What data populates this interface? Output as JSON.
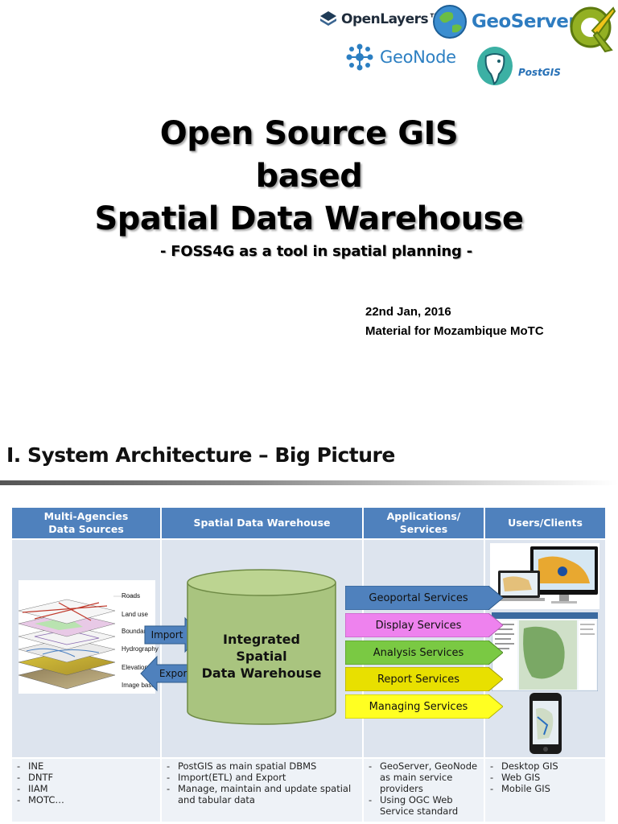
{
  "logos": {
    "openlayers": "OpenLayers™",
    "geoserver": "GeoServer",
    "geonode": "GeoNode",
    "postgis": "PostGIS",
    "qgis_icon": "qgis-logo-icon"
  },
  "cover": {
    "title_line1": "Open Source GIS",
    "title_line2": "based",
    "title_line3": "Spatial Data Warehouse",
    "subtitle": "- FOSS4G as a tool in spatial planning -",
    "date": "22nd Jan, 2016",
    "material": "Material for Mozambique MoTC"
  },
  "section": {
    "title": "I. System Architecture – Big Picture"
  },
  "diagram": {
    "headers": [
      {
        "line1": "Multi-Agencies",
        "line2": "Data Sources"
      },
      {
        "line1": "Spatial Data Warehouse",
        "line2": ""
      },
      {
        "line1": "Applications/",
        "line2": "Services"
      },
      {
        "line1": "Users/Clients",
        "line2": ""
      }
    ],
    "layers": [
      "Roads",
      "Land use",
      "Boundaries",
      "Hydrography",
      "Elevation",
      "Image base"
    ],
    "import_label": "Import",
    "export_label": "Export",
    "warehouse": {
      "line1": "Integrated",
      "line2": "Spatial",
      "line3": "Data Warehouse"
    },
    "services": [
      {
        "label": "Geoportal Services",
        "color": "#4f81bd"
      },
      {
        "label": "Display Services",
        "color": "#ee82ee"
      },
      {
        "label": "Analysis Services",
        "color": "#7ac943"
      },
      {
        "label": "Report Services",
        "color": "#e8e000"
      },
      {
        "label": "Managing Services",
        "color": "#ffff22"
      }
    ],
    "colors": {
      "header_bg": "#4f81bd",
      "cylinder": "#a9c47f",
      "arrow": "#4f81bd"
    },
    "footers": {
      "sources": [
        "INE",
        "DNTF",
        "IIAM",
        "MOTC…"
      ],
      "warehouse": [
        "PostGIS as main spatial DBMS",
        "Import(ETL) and Export",
        "Manage, maintain and update spatial and tabular data"
      ],
      "services": [
        "GeoServer, GeoNode as main service providers",
        "Using OGC Web Service standard"
      ],
      "clients": [
        "Desktop GIS",
        "Web GIS",
        "Mobile GIS"
      ]
    }
  }
}
